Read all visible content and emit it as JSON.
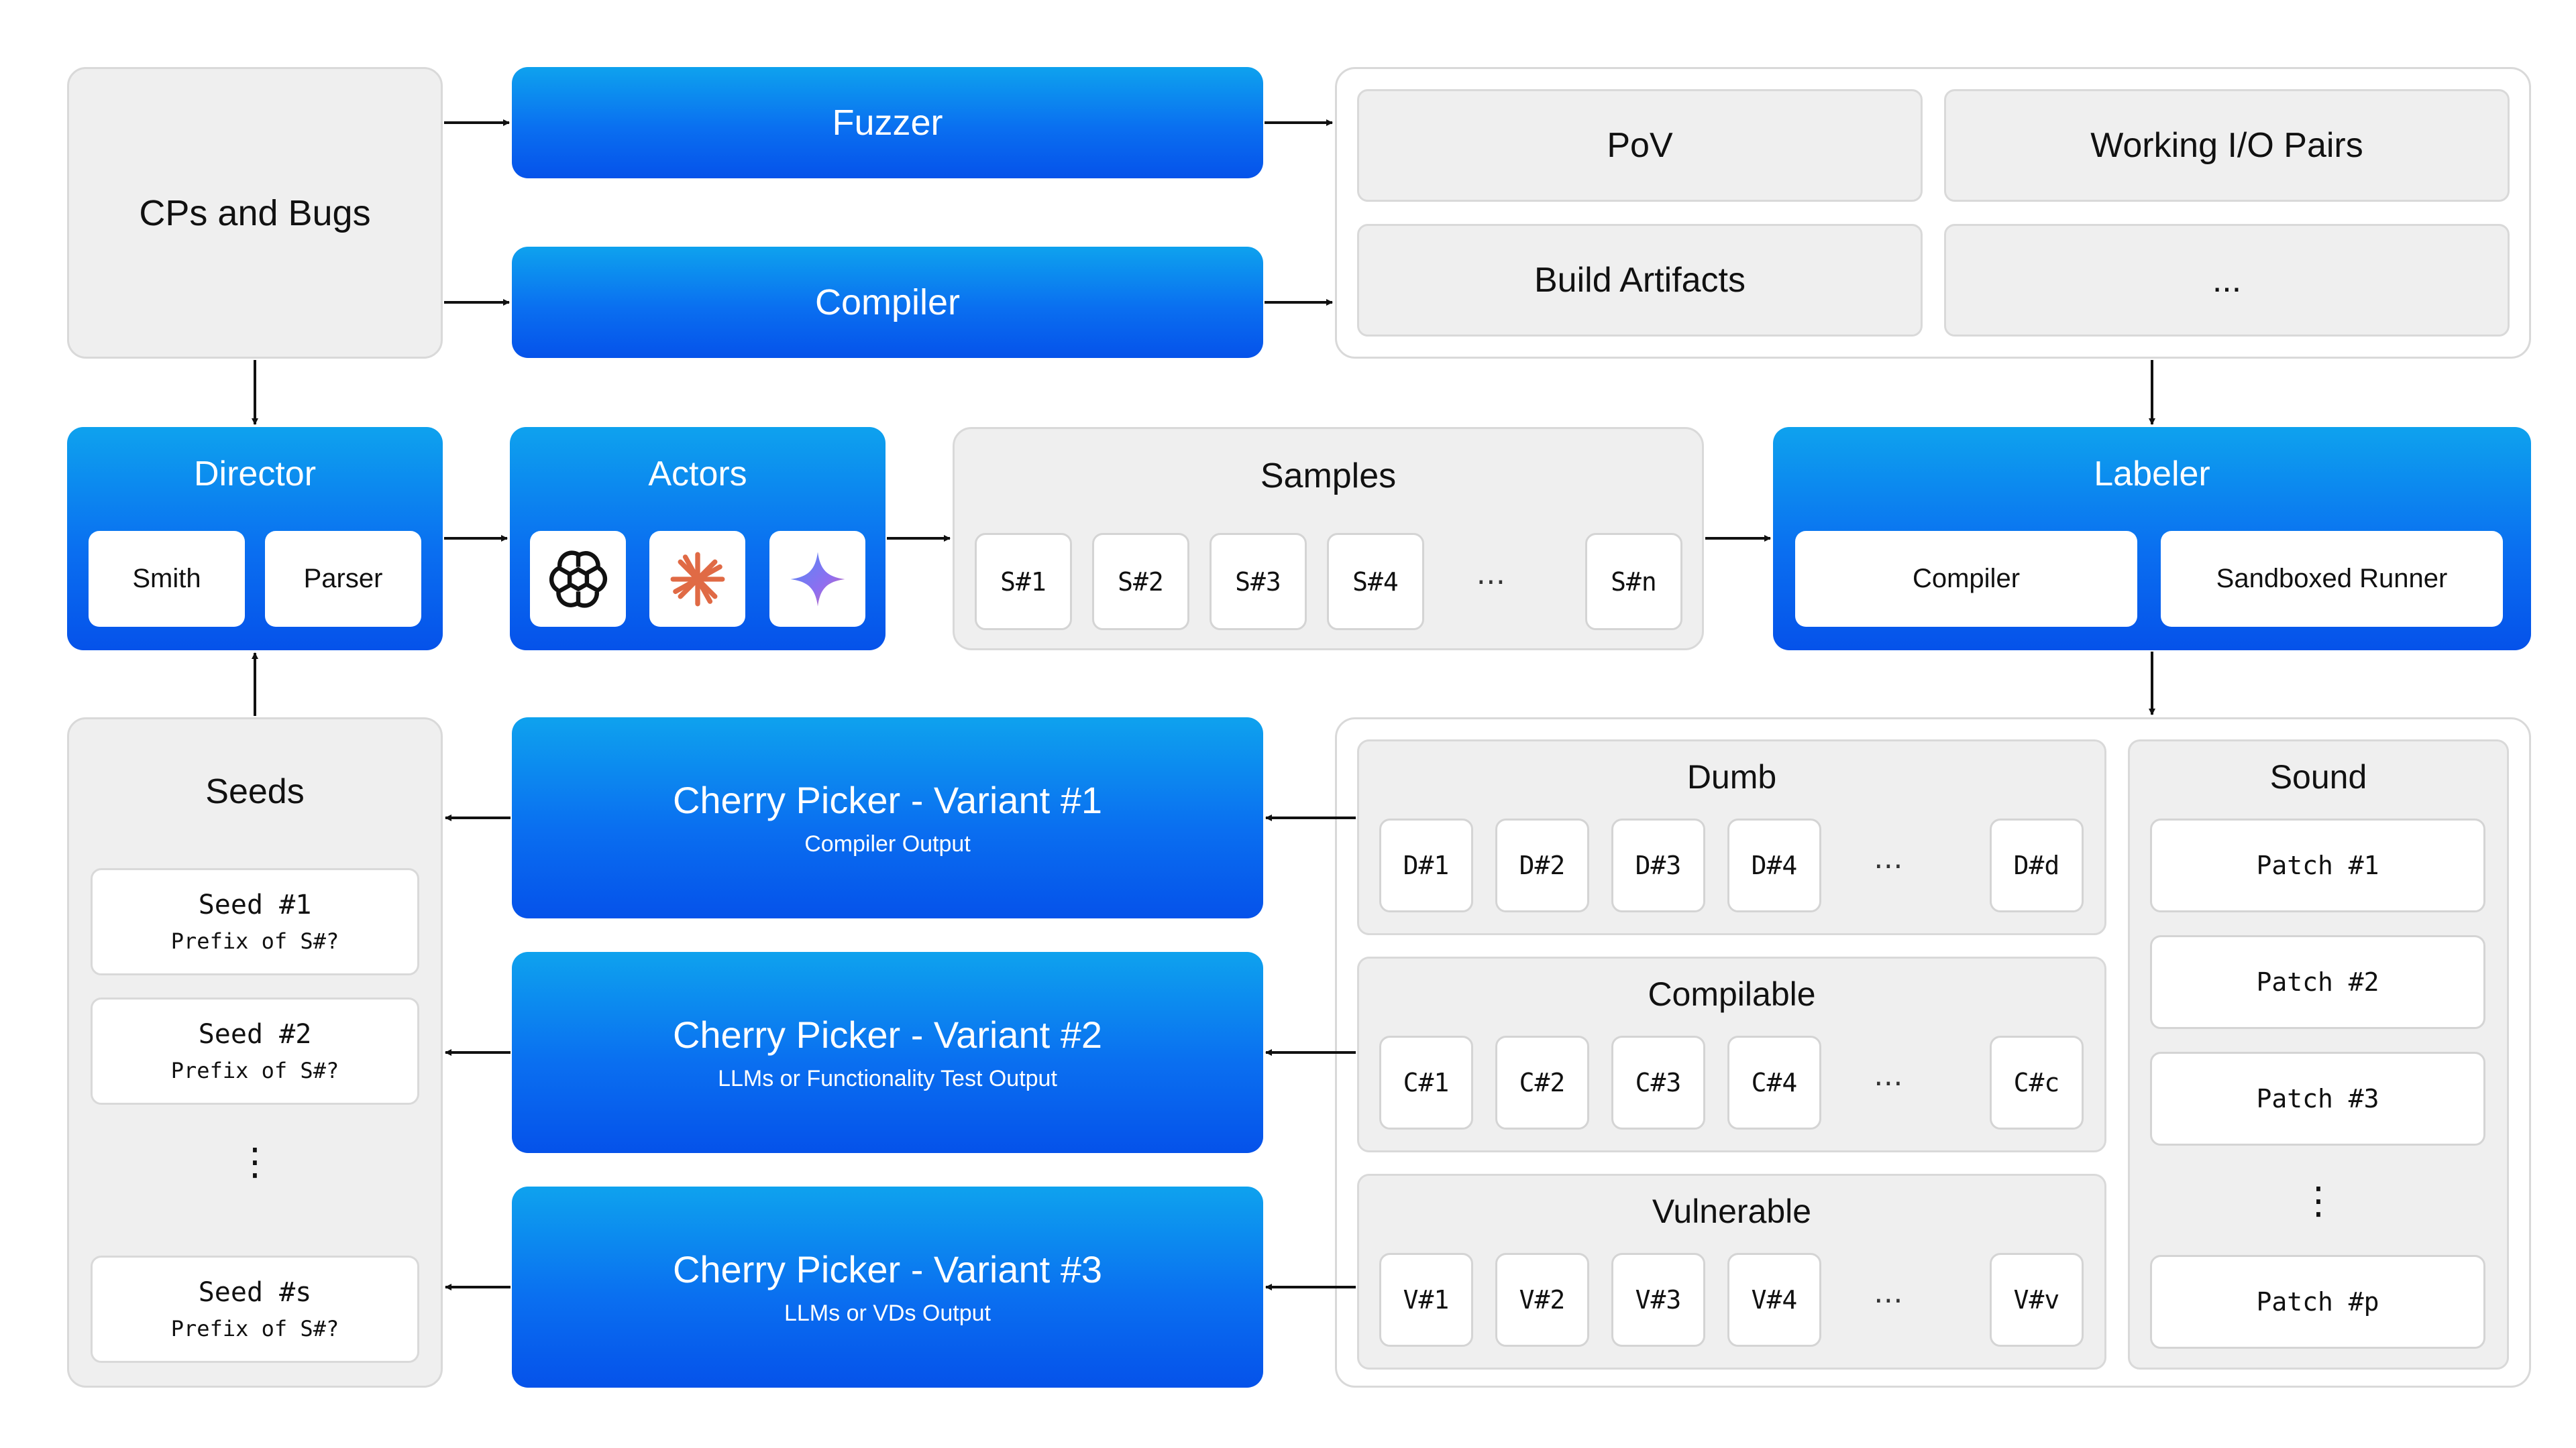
{
  "cps_bugs": {
    "label": "CPs and Bugs"
  },
  "fuzzer": {
    "label": "Fuzzer"
  },
  "compiler_top": {
    "label": "Compiler"
  },
  "artifacts": {
    "items": [
      "PoV",
      "Working I/O Pairs",
      "Build Artifacts",
      "..."
    ]
  },
  "director": {
    "title": "Director",
    "items": [
      "Smith",
      "Parser"
    ]
  },
  "actors": {
    "title": "Actors",
    "icons": [
      "openai-icon",
      "claude-icon",
      "gemini-icon"
    ]
  },
  "samples": {
    "title": "Samples",
    "items": [
      "S#1",
      "S#2",
      "S#3",
      "S#4",
      "⋯",
      "S#n"
    ]
  },
  "labeler": {
    "title": "Labeler",
    "items": [
      "Compiler",
      "Sandboxed Runner"
    ]
  },
  "seeds": {
    "title": "Seeds",
    "items": [
      {
        "name": "Seed #1",
        "note": "Prefix of S#?"
      },
      {
        "name": "Seed #2",
        "note": "Prefix of S#?"
      },
      {
        "name": "Seed #s",
        "note": "Prefix of S#?"
      }
    ],
    "vdots": "⋮"
  },
  "cherry": [
    {
      "title": "Cherry Picker - Variant #1",
      "subtitle": "Compiler Output"
    },
    {
      "title": "Cherry Picker - Variant #2",
      "subtitle": "LLMs or Functionality Test Output"
    },
    {
      "title": "Cherry Picker - Variant #3",
      "subtitle": "LLMs or VDs Output"
    }
  ],
  "dumb": {
    "title": "Dumb",
    "items": [
      "D#1",
      "D#2",
      "D#3",
      "D#4",
      "⋯",
      "D#d"
    ]
  },
  "compilable": {
    "title": "Compilable",
    "items": [
      "C#1",
      "C#2",
      "C#3",
      "C#4",
      "⋯",
      "C#c"
    ]
  },
  "vulnerable": {
    "title": "Vulnerable",
    "items": [
      "V#1",
      "V#2",
      "V#3",
      "V#4",
      "⋯",
      "V#v"
    ]
  },
  "sound": {
    "title": "Sound",
    "items": [
      "Patch #1",
      "Patch #2",
      "Patch #3",
      "Patch #p"
    ],
    "vdots": "⋮"
  },
  "colors": {
    "accent_top": "#0ea2ee",
    "accent_bottom": "#0552ea",
    "panel": "#efefef",
    "border": "#d9d9d9"
  }
}
